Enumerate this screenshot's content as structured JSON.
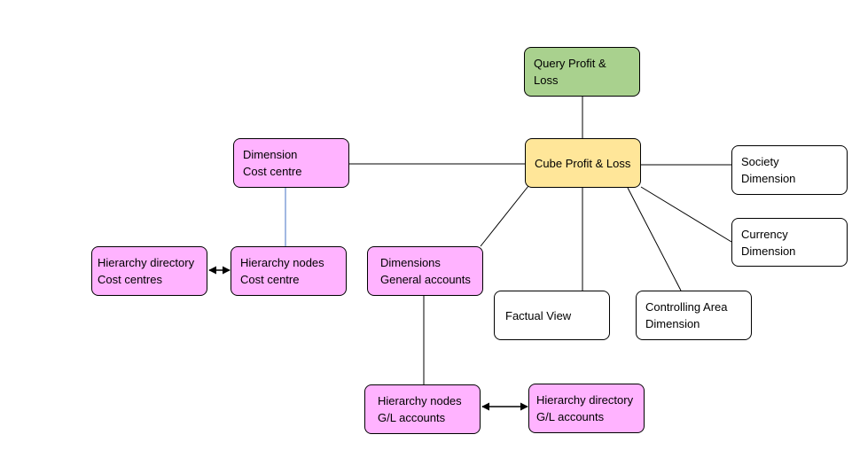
{
  "nodes": {
    "query_pl": {
      "line1": "Query Profit &",
      "line2": "Loss"
    },
    "cube_pl": {
      "line1": "Cube Profit & Loss"
    },
    "dim_cost_centre": {
      "line1": "Dimension",
      "line2": "Cost centre"
    },
    "society_dim": {
      "line1": "Society",
      "line2": "Dimension"
    },
    "currency_dim": {
      "line1": "Currency",
      "line2": "Dimension"
    },
    "hier_dir_cost": {
      "line1": "Hierarchy directory",
      "line2": "Cost centres"
    },
    "hier_nodes_cost": {
      "line1": "Hierarchy nodes",
      "line2": "Cost centre"
    },
    "dims_gen_accounts": {
      "line1": "Dimensions",
      "line2": "General accounts"
    },
    "factual_view": {
      "line1": "Factual View"
    },
    "controlling_area_dim": {
      "line1": "Controlling Area",
      "line2": "Dimension"
    },
    "hier_nodes_gl": {
      "line1": "Hierarchy nodes",
      "line2": "G/L accounts"
    },
    "hier_dir_gl": {
      "line1": "Hierarchy directory",
      "line2": "G/L accounts"
    }
  },
  "colors": {
    "pink": "#ffb3ff",
    "green": "#a9d18e",
    "yellow": "#ffe699",
    "white": "#ffffff",
    "line": "#000000",
    "blue_line": "#4472c4"
  }
}
